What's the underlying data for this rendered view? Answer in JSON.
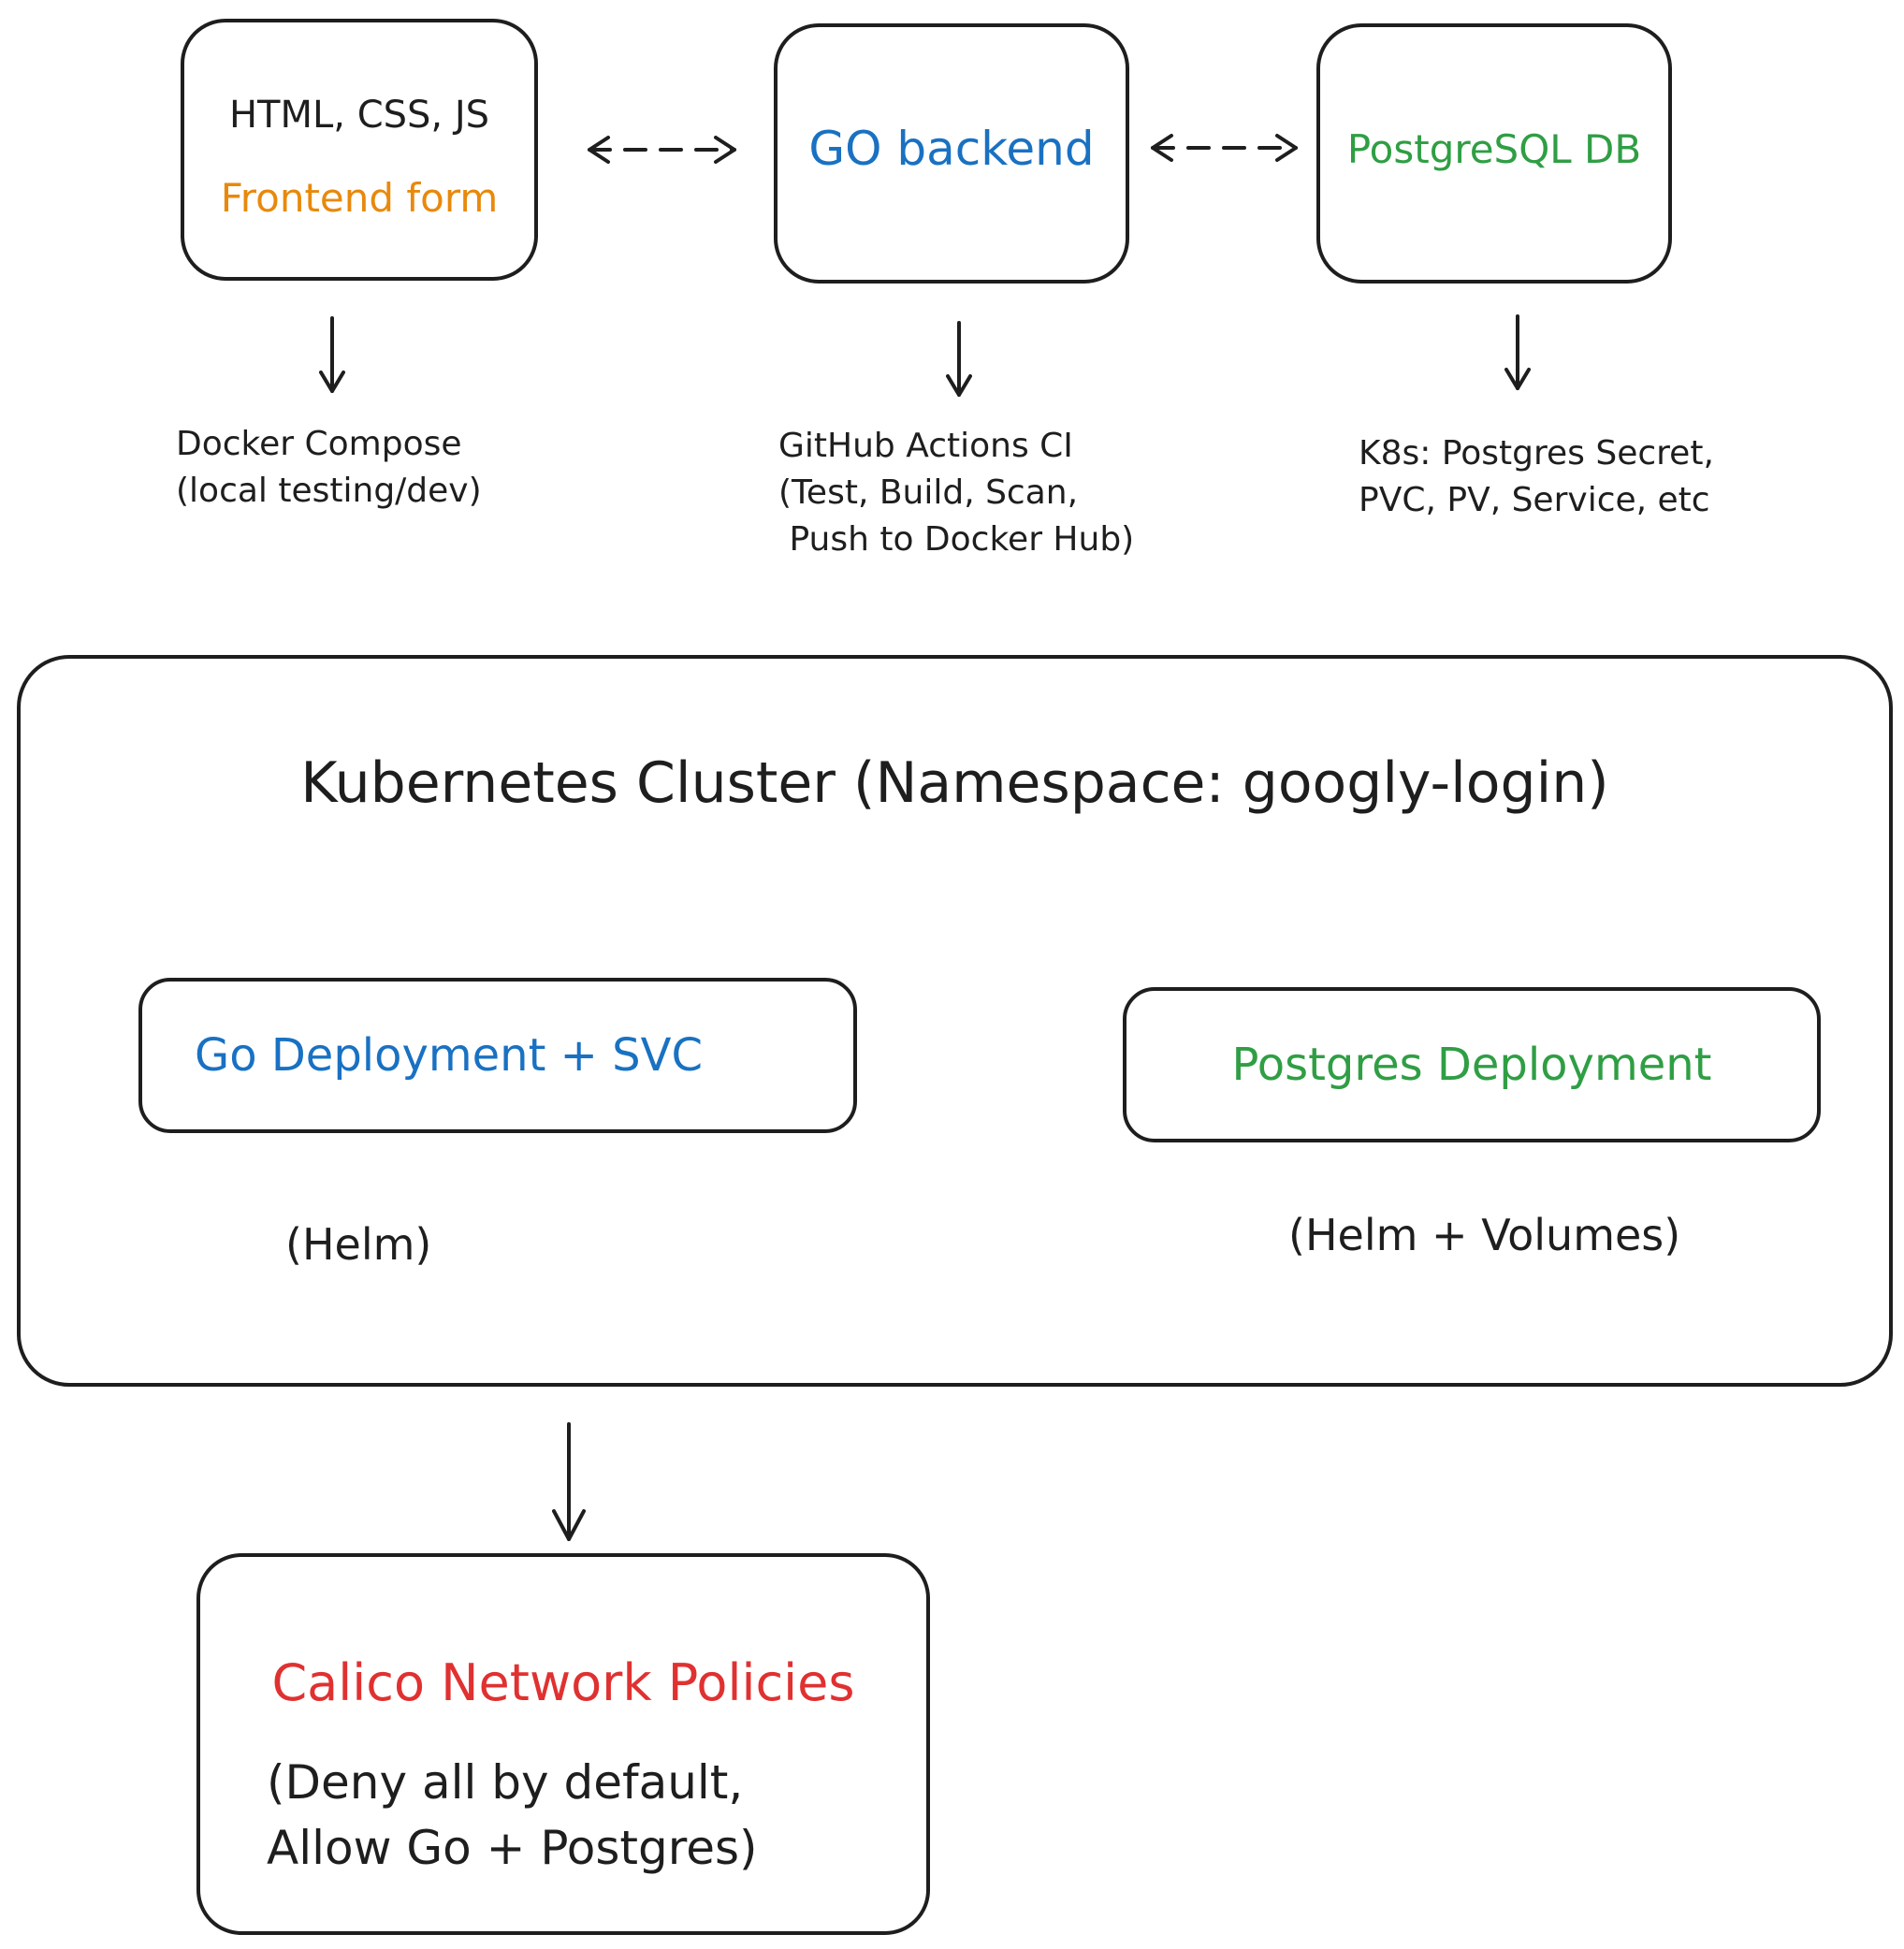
{
  "colors": {
    "ink": "#1e1e1e",
    "frontend": "#e8890c",
    "backend": "#1971c2",
    "database": "#2f9e44",
    "policy": "#e03131"
  },
  "top_row": {
    "frontend": {
      "tech": "HTML, CSS, JS",
      "label": "Frontend form"
    },
    "backend": {
      "label": "GO backend"
    },
    "database": {
      "label": "PostgreSQL DB"
    }
  },
  "notes": {
    "docker_compose": "Docker Compose\n(local testing/dev)",
    "github_actions": "GitHub Actions CI\n(Test, Build, Scan,\n Push to Docker Hub)",
    "k8s_resources": "K8s: Postgres Secret,\nPVC, PV, Service, etc"
  },
  "cluster": {
    "title": "Kubernetes Cluster (Namespace: googly-login)",
    "go_deployment": {
      "label": "Go Deployment + SVC",
      "note": "(Helm)"
    },
    "postgres_deployment": {
      "label": "Postgres Deployment",
      "note": "(Helm + Volumes)"
    }
  },
  "policies": {
    "title": "Calico Network Policies",
    "note": "(Deny all by default,\nAllow Go + Postgres)"
  }
}
